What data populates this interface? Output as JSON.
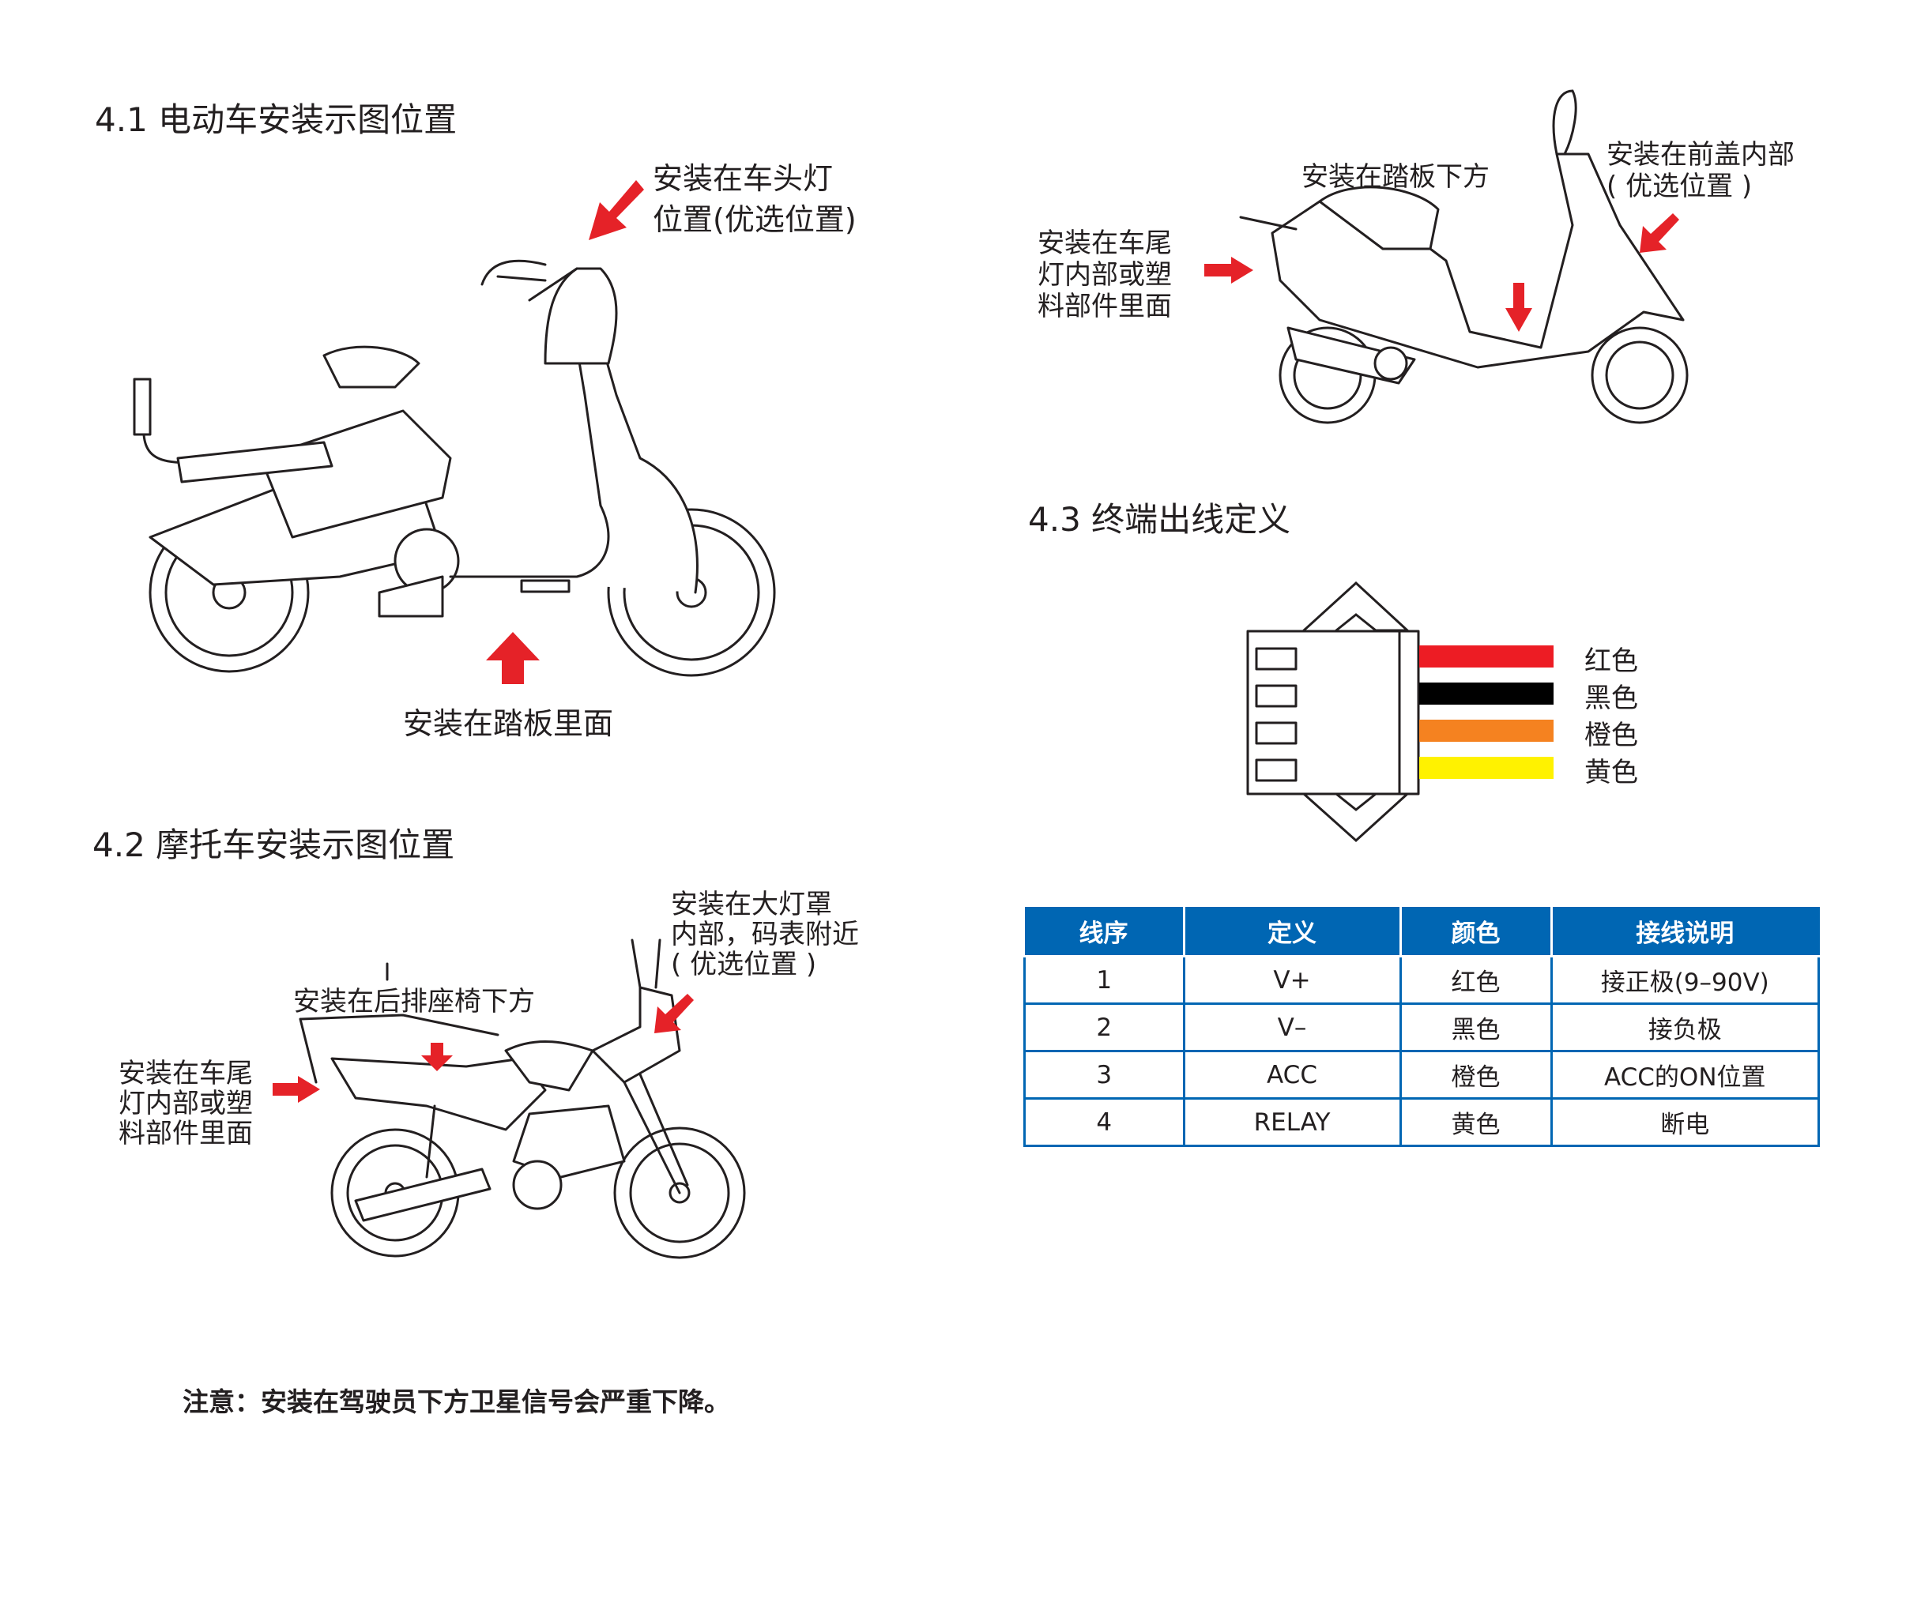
{
  "section_41": {
    "title": "4.1  电动车安装示图位置",
    "label_headlight": "安装在车头灯\n位置(优选位置)",
    "label_pedal": "安装在踏板里面"
  },
  "section_42": {
    "title": "4.2  摩托车安装示图位置",
    "label_headlamp": "安装在大灯罩\n内部，码表附近\n( 优选位置 )",
    "label_seat": "安装在后排座椅下方",
    "label_tail": "安装在车尾\n灯内部或塑\n料部件里面"
  },
  "scooter": {
    "label_pedal": "安装在踏板下方",
    "label_front": "安装在前盖内部\n( 优选位置 )",
    "label_tail": "安装在车尾\n灯内部或塑\n料部件里面"
  },
  "section_43": {
    "title": "4.3  终端出线定义",
    "wires": [
      {
        "label": "红色",
        "color": "#ed1c24"
      },
      {
        "label": "黑色",
        "color": "#000000"
      },
      {
        "label": "橙色",
        "color": "#f58220"
      },
      {
        "label": "黄色",
        "color": "#fff200"
      }
    ]
  },
  "table": {
    "headers": [
      "线序",
      "定义",
      "颜色",
      "接线说明"
    ],
    "rows": [
      [
        "1",
        "V+",
        "红色",
        "接正极(9–90V)"
      ],
      [
        "2",
        "V–",
        "黑色",
        "接负极"
      ],
      [
        "3",
        "ACC",
        "橙色",
        "ACC的ON位置"
      ],
      [
        "4",
        "RELAY",
        "黄色",
        "断电"
      ]
    ],
    "header_color": "#0066b3"
  },
  "note": "注意：安装在驾驶员下方卫星信号会严重下降。"
}
